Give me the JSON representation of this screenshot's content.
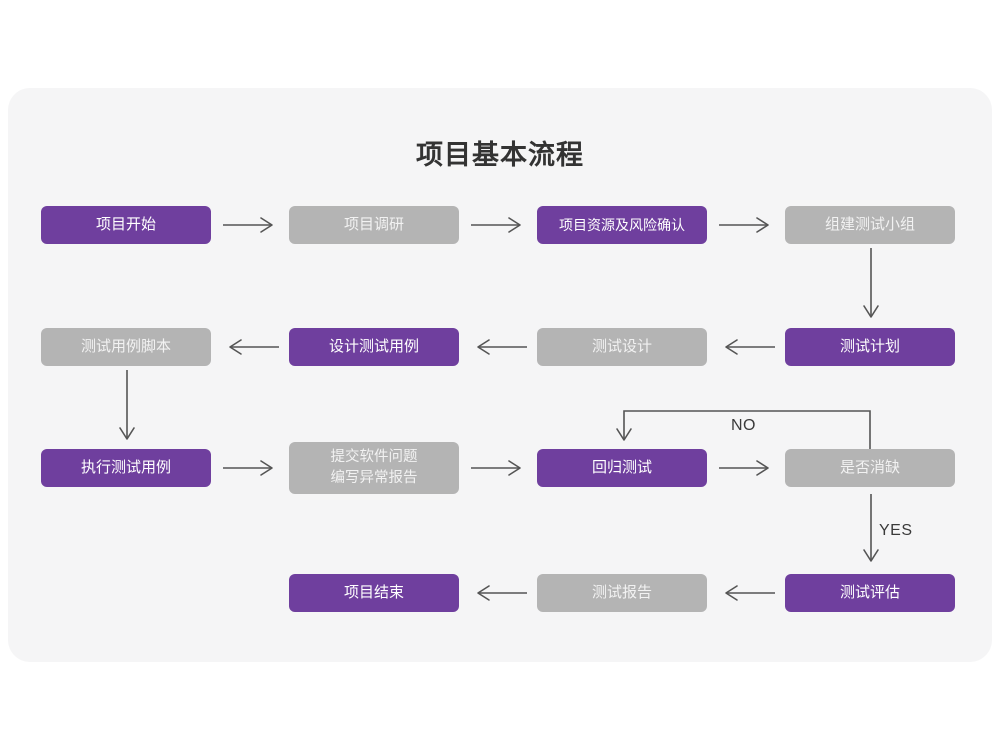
{
  "page": {
    "background_color": "#ffffff",
    "card_color": "#f5f5f6"
  },
  "title": "项目基本流程",
  "theme": {
    "accent_purple": "#6f3f9e",
    "muted_gray": "#b4b4b4",
    "title_color": "#333333",
    "arrow_color": "#555555",
    "label_color": "#3a3a3a"
  },
  "chart_data": {
    "type": "diagram",
    "title": "项目基本流程",
    "layout": "flowchart-grid-4-columns",
    "nodes": [
      {
        "id": "n1",
        "label": "项目开始",
        "style": "purple",
        "row": 1,
        "col": 1
      },
      {
        "id": "n2",
        "label": "项目调研",
        "style": "gray",
        "row": 1,
        "col": 2
      },
      {
        "id": "n3",
        "label": "项目资源及风险确认",
        "style": "purple",
        "row": 1,
        "col": 3
      },
      {
        "id": "n4",
        "label": "组建测试小组",
        "style": "gray",
        "row": 1,
        "col": 4
      },
      {
        "id": "n5",
        "label": "测试用例脚本",
        "style": "gray",
        "row": 2,
        "col": 1
      },
      {
        "id": "n6",
        "label": "设计测试用例",
        "style": "purple",
        "row": 2,
        "col": 2
      },
      {
        "id": "n7",
        "label": "测试设计",
        "style": "gray",
        "row": 2,
        "col": 3
      },
      {
        "id": "n8",
        "label": "测试计划",
        "style": "purple",
        "row": 2,
        "col": 4
      },
      {
        "id": "n9",
        "label": "执行测试用例",
        "style": "purple",
        "row": 3,
        "col": 1
      },
      {
        "id": "n10",
        "label": "提交软件问题\n编写异常报告",
        "style": "gray",
        "row": 3,
        "col": 2
      },
      {
        "id": "n11",
        "label": "回归测试",
        "style": "purple",
        "row": 3,
        "col": 3
      },
      {
        "id": "n12",
        "label": "是否消缺",
        "style": "gray",
        "row": 3,
        "col": 4
      },
      {
        "id": "n13",
        "label": "项目结束",
        "style": "purple",
        "row": 4,
        "col": 2
      },
      {
        "id": "n14",
        "label": "测试报告",
        "style": "gray",
        "row": 4,
        "col": 3
      },
      {
        "id": "n15",
        "label": "测试评估",
        "style": "purple",
        "row": 4,
        "col": 4
      }
    ],
    "edges": [
      {
        "from": "n1",
        "to": "n2",
        "direction": "right",
        "label": ""
      },
      {
        "from": "n2",
        "to": "n3",
        "direction": "right",
        "label": ""
      },
      {
        "from": "n3",
        "to": "n4",
        "direction": "right",
        "label": ""
      },
      {
        "from": "n4",
        "to": "n8",
        "direction": "down",
        "label": ""
      },
      {
        "from": "n8",
        "to": "n7",
        "direction": "left",
        "label": ""
      },
      {
        "from": "n7",
        "to": "n6",
        "direction": "left",
        "label": ""
      },
      {
        "from": "n6",
        "to": "n5",
        "direction": "left",
        "label": ""
      },
      {
        "from": "n5",
        "to": "n9",
        "direction": "down",
        "label": ""
      },
      {
        "from": "n9",
        "to": "n10",
        "direction": "right",
        "label": ""
      },
      {
        "from": "n10",
        "to": "n11",
        "direction": "right",
        "label": ""
      },
      {
        "from": "n11",
        "to": "n12",
        "direction": "right",
        "label": ""
      },
      {
        "from": "n12",
        "to": "n11",
        "direction": "loop-up-left-down",
        "label": "NO"
      },
      {
        "from": "n12",
        "to": "n15",
        "direction": "down",
        "label": "YES"
      },
      {
        "from": "n15",
        "to": "n14",
        "direction": "left",
        "label": ""
      },
      {
        "from": "n14",
        "to": "n13",
        "direction": "left",
        "label": ""
      }
    ],
    "edge_labels": [
      "NO",
      "YES"
    ]
  }
}
